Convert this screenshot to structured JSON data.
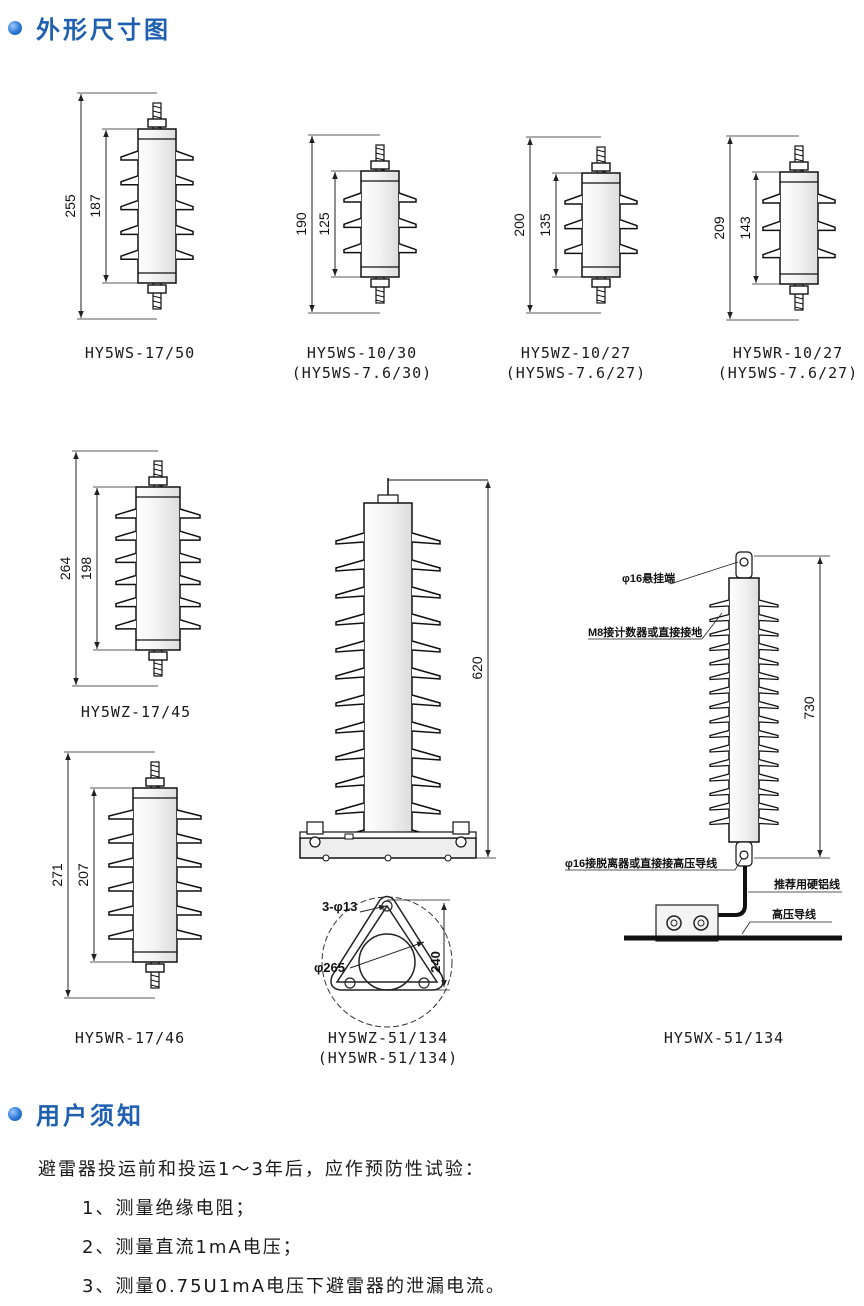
{
  "sections": {
    "dimensions_title": "外形尺寸图",
    "notice_title": "用户须知"
  },
  "arresters": [
    {
      "model": "HY5WS-17/50",
      "alt": "",
      "dim_total": "255",
      "dim_body": "187"
    },
    {
      "model": "HY5WS-10/30",
      "alt": "(HY5WS-7.6/30)",
      "dim_total": "190",
      "dim_body": "125"
    },
    {
      "model": "HY5WZ-10/27",
      "alt": "(HY5WS-7.6/27)",
      "dim_total": "200",
      "dim_body": "135"
    },
    {
      "model": "HY5WR-10/27",
      "alt": "(HY5WS-7.6/27)",
      "dim_total": "209",
      "dim_body": "143"
    },
    {
      "model": "HY5WZ-17/45",
      "alt": "",
      "dim_total": "264",
      "dim_body": "198"
    },
    {
      "model": "HY5WR-17/46",
      "alt": "",
      "dim_total": "271",
      "dim_body": "207"
    },
    {
      "model": "HY5WZ-51/134",
      "alt": "(HY5WR-51/134)",
      "dim_total": "620"
    },
    {
      "model": "HY5WX-51/134",
      "alt": "",
      "dim_total": "730"
    }
  ],
  "base_plate": {
    "holes": "3-φ13",
    "pcd": "φ265",
    "height": "240"
  },
  "hy5wx_labels": {
    "hang_end": "φ16悬挂端",
    "counter": "M8接计数器或直接接地",
    "hv_end": "φ16接脱离器或直接接高压导线",
    "hard_wire": "推荐用硬铝线",
    "hv_line": "高压导线"
  },
  "notice": {
    "intro": "避雷器投运前和投运1～3年后，应作预防性试验：",
    "items": [
      "1、测量绝缘电阻；",
      "2、测量直流1mA电压；",
      "3、测量0.75U1mA电压下避雷器的泄漏电流。"
    ]
  }
}
